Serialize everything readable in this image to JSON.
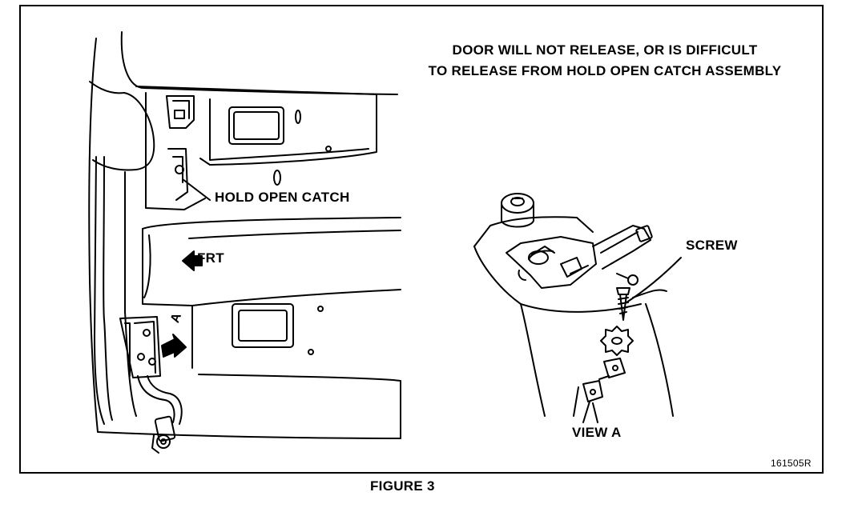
{
  "header": {
    "line1": "DOOR WILL NOT RELEASE, OR IS DIFFICULT",
    "line2": "TO RELEASE FROM HOLD OPEN CATCH ASSEMBLY"
  },
  "labels": {
    "hold_open_catch": "HOLD OPEN CATCH",
    "frt": "FRT",
    "view_arrow": "A",
    "screw": "SCREW",
    "view_a": "VIEW A",
    "drawing_number": "161505R"
  },
  "caption": "FIGURE 3"
}
